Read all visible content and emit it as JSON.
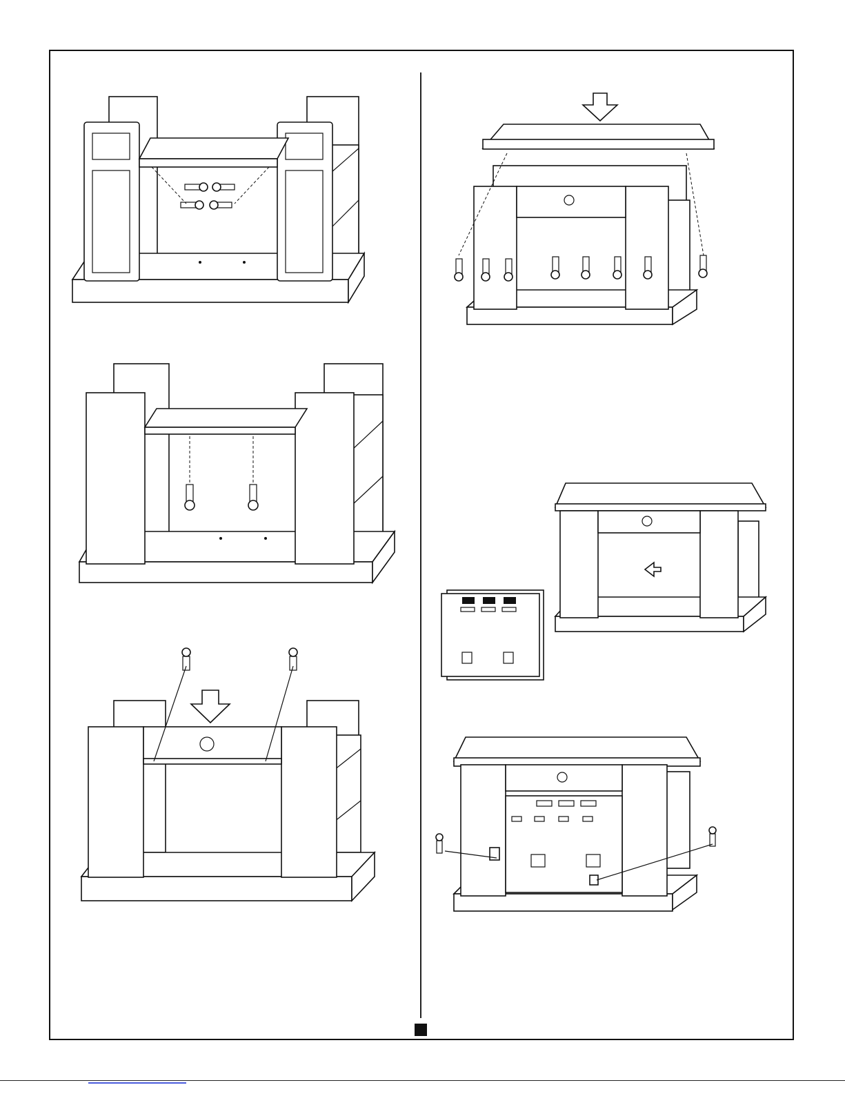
{
  "page": {
    "title": "",
    "page_marker": ""
  },
  "steps": [
    {
      "id": "step-1",
      "label": "",
      "description": ""
    },
    {
      "id": "step-2",
      "label": "",
      "description": ""
    },
    {
      "id": "step-3",
      "label": "",
      "description": ""
    },
    {
      "id": "step-4",
      "label": "",
      "description": ""
    },
    {
      "id": "step-5",
      "label": "",
      "description": ""
    },
    {
      "id": "step-6",
      "label": "",
      "description": ""
    }
  ],
  "icons": {
    "screw": "screw-icon",
    "arrow": "arrow-down-icon",
    "bracket": "bracket-icon"
  },
  "colors": {
    "ink": "#111111",
    "paper": "#ffffff",
    "link": "#4a5bdc"
  }
}
